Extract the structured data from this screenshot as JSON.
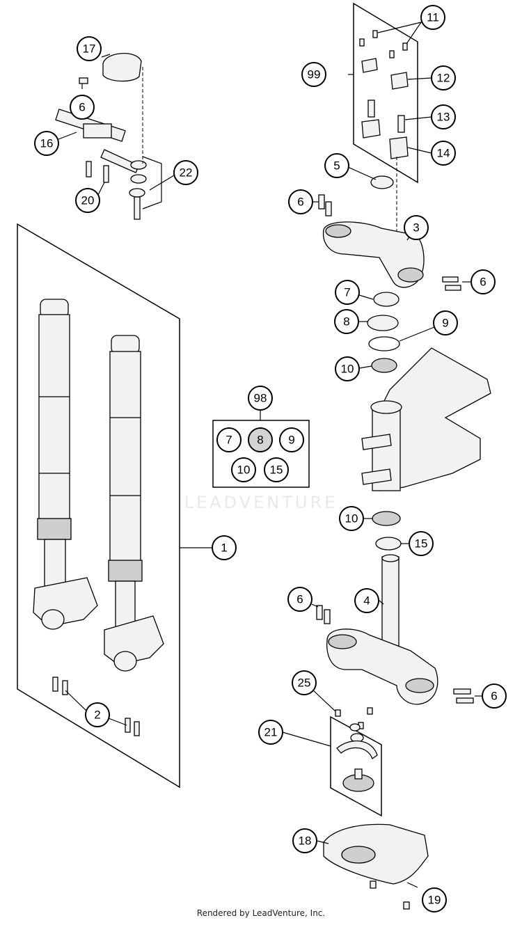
{
  "watermark": "LEADVENTURE",
  "footer": "Rendered by LeadVenture, Inc.",
  "callouts": {
    "c1": "1",
    "c2": "2",
    "c3": "3",
    "c4": "4",
    "c5": "5",
    "c6a": "6",
    "c6b": "6",
    "c6c": "6",
    "c6d": "6",
    "c6e": "6",
    "c7": "7",
    "c8": "8",
    "c9": "9",
    "c10a": "10",
    "c10b": "10",
    "c11": "11",
    "c12": "12",
    "c13": "13",
    "c14": "14",
    "c15": "15",
    "c16": "16",
    "c17": "17",
    "c18": "18",
    "c19": "19",
    "c20": "20",
    "c21": "21",
    "c22": "22",
    "c25": "25",
    "c98": "98",
    "c99": "99"
  },
  "kit98": [
    "7",
    "8",
    "9",
    "10",
    "15"
  ]
}
